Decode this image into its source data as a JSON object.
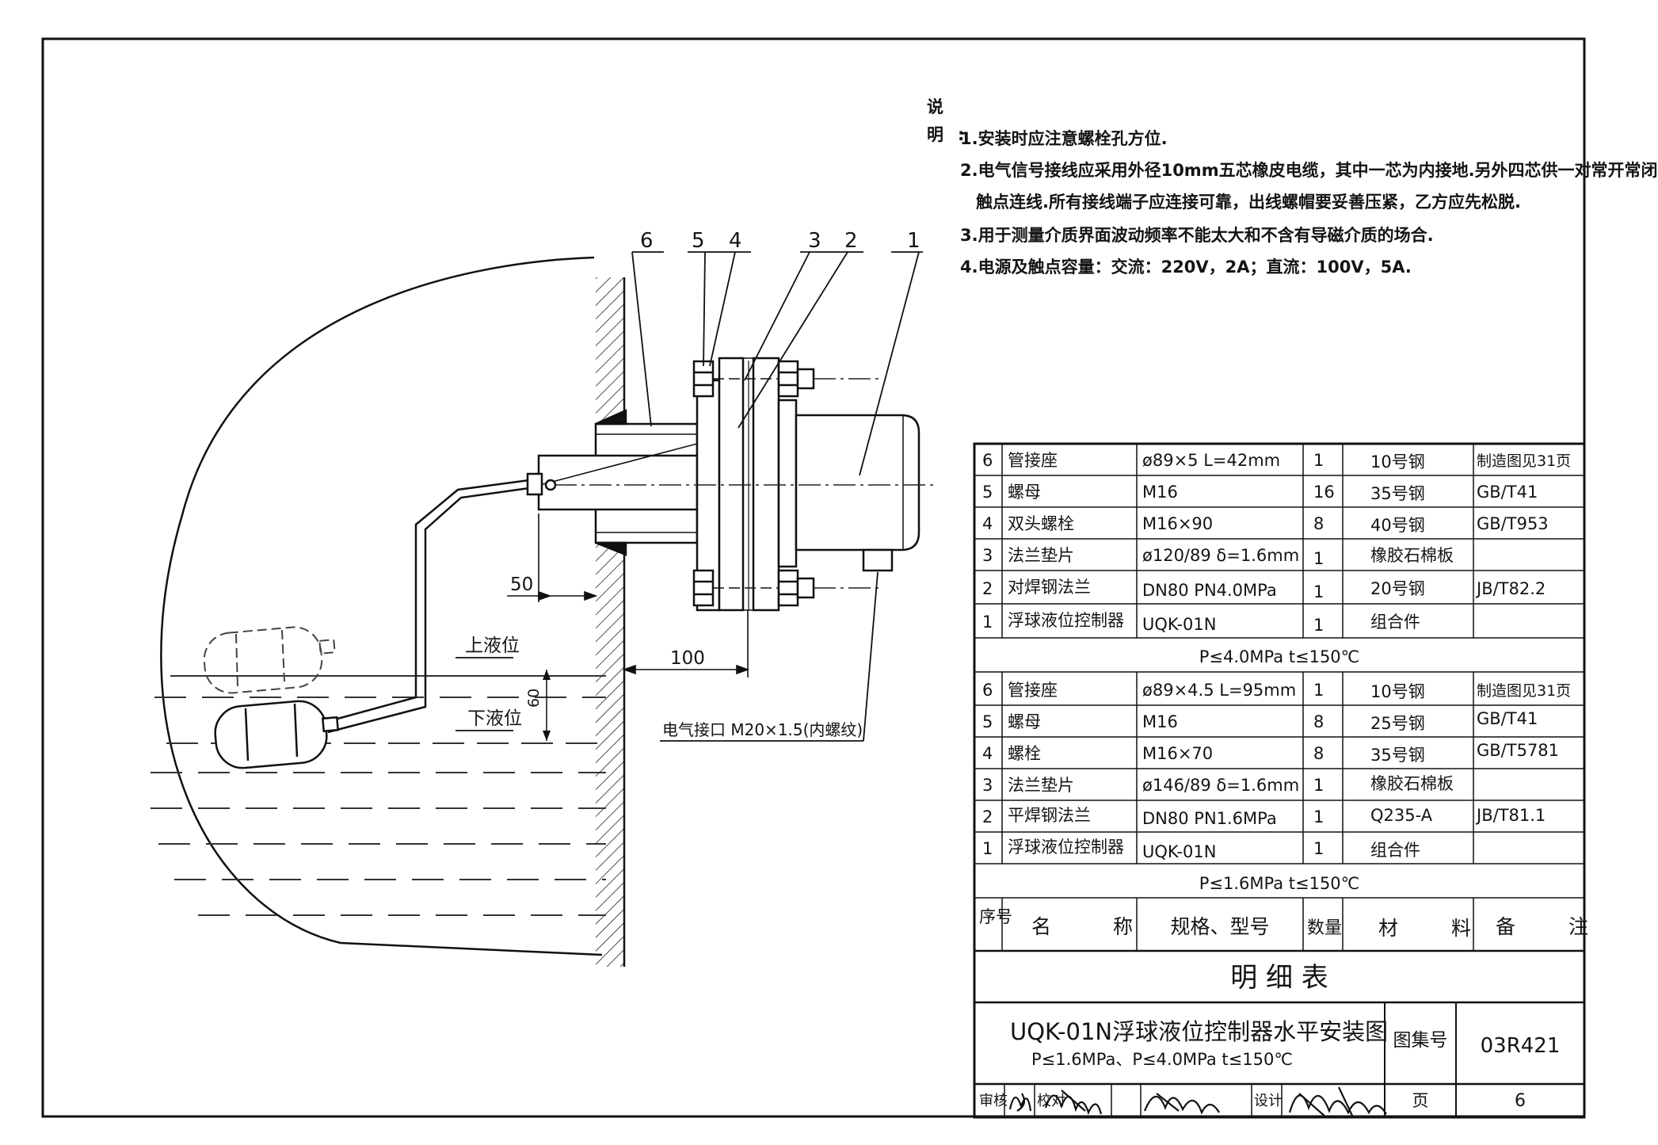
{
  "notes": {
    "heading": "说  明:",
    "items": [
      "1.安装时应注意螺栓孔方位.",
      "2.电气信号接线应采用外径10mm五芯橡皮电缆，其中一芯为内接地.另外四芯供一对常开常闭",
      "触点连线.所有接线端子应连接可靠，出线螺帽要妥善压紧，乙方应先松脱.",
      "3.用于测量介质界面波动频率不能太大和不含有导磁介质的场合.",
      "4.电源及触点容量：交流：220V，2A；直流：100V，5A."
    ]
  },
  "drawing": {
    "callouts": [
      "6",
      "5",
      "4",
      "3",
      "2",
      "1"
    ],
    "dim_50": "50",
    "dim_100": "100",
    "dim_60": "60",
    "upper_level": "上液位",
    "lower_level": "下液位",
    "electric_port": "电气接口 M20×1.5(内螺纹)"
  },
  "bom": {
    "group1": [
      [
        "6",
        "管接座",
        "ø89×5    L=42mm",
        "1",
        "10号钢",
        "制造图见31页"
      ],
      [
        "5",
        "螺母",
        "M16",
        "16",
        "35号钢",
        "GB/T41"
      ],
      [
        "4",
        "双头螺栓",
        "M16×90",
        "8",
        "40号钢",
        "GB/T953"
      ],
      [
        "3",
        "法兰垫片",
        "ø120/89  δ=1.6mm",
        "1",
        "橡胶石棉板",
        ""
      ],
      [
        "2",
        "对焊钢法兰",
        "DN80   PN4.0MPa",
        "1",
        "20号钢",
        "JB/T82.2"
      ],
      [
        "1",
        "浮球液位控制器",
        "UQK-01N",
        "1",
        "组合件",
        ""
      ]
    ],
    "group1_condition": "P≤4.0MPa   t≤150℃",
    "group2": [
      [
        "6",
        "管接座",
        "ø89×4.5   L=95mm",
        "1",
        "10号钢",
        "制造图见31页"
      ],
      [
        "5",
        "螺母",
        "M16",
        "8",
        "25号钢",
        "GB/T41"
      ],
      [
        "4",
        "螺栓",
        "M16×70",
        "8",
        "35号钢",
        "GB/T5781"
      ],
      [
        "3",
        "法兰垫片",
        "ø146/89  δ=1.6mm",
        "1",
        "橡胶石棉板",
        ""
      ],
      [
        "2",
        "平焊钢法兰",
        "DN80   PN1.6MPa",
        "1",
        "Q235-A",
        "JB/T81.1"
      ],
      [
        "1",
        "浮球液位控制器",
        "UQK-01N",
        "1",
        "组合件",
        ""
      ]
    ],
    "group2_condition": "P≤1.6MPa   t≤150℃",
    "header": {
      "seq": "序号",
      "name_a": "名",
      "name_b": "称",
      "spec": "规格、型号",
      "qty": "数量",
      "mat_a": "材",
      "mat_b": "料",
      "note_a": "备",
      "note_b": "注"
    },
    "table_title": "明    细    表"
  },
  "title_block": {
    "title": "UQK-01N浮球液位控制器水平安装图",
    "subtitle": "P≤1.6MPa、P≤4.0MPa   t≤150℃",
    "atlas_label": "图集号",
    "atlas_no": "03R421",
    "review_label": "审核",
    "check_label": "校对",
    "design_label": "设计",
    "page_label": "页",
    "page_no": "6"
  }
}
